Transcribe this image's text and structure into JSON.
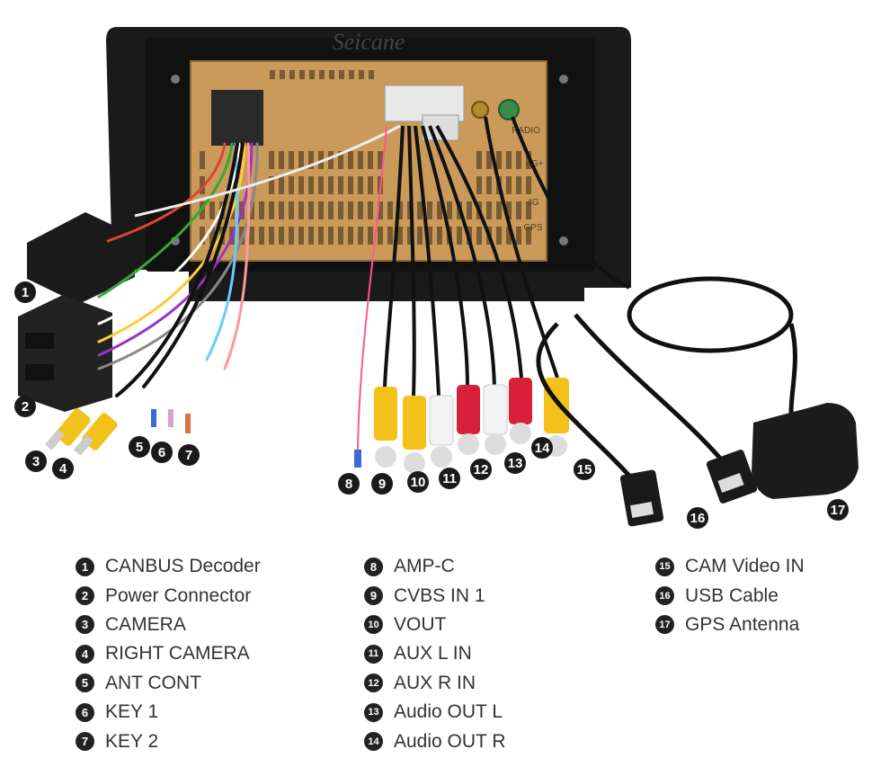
{
  "brand": "Seicane",
  "unit_labels": [
    "RADIO",
    "4G+",
    "4G",
    "GPS"
  ],
  "callouts": [
    "1",
    "2",
    "3",
    "4",
    "5",
    "6",
    "7",
    "8",
    "9",
    "10",
    "11",
    "12",
    "13",
    "14",
    "15",
    "16",
    "17"
  ],
  "legend": [
    [
      {
        "num": "1",
        "label": "CANBUS Decoder"
      },
      {
        "num": "2",
        "label": "Power Connector"
      },
      {
        "num": "3",
        "label": "CAMERA"
      },
      {
        "num": "4",
        "label": "RIGHT CAMERA"
      },
      {
        "num": "5",
        "label": "ANT CONT"
      },
      {
        "num": "6",
        "label": "KEY 1"
      },
      {
        "num": "7",
        "label": "KEY 2"
      }
    ],
    [
      {
        "num": "8",
        "label": "AMP-C"
      },
      {
        "num": "9",
        "label": "CVBS IN 1"
      },
      {
        "num": "10",
        "label": "VOUT"
      },
      {
        "num": "11",
        "label": "AUX L IN"
      },
      {
        "num": "12",
        "label": "AUX R IN"
      },
      {
        "num": "13",
        "label": "Audio OUT L"
      },
      {
        "num": "14",
        "label": "Audio OUT R"
      }
    ],
    [
      {
        "num": "15",
        "label": "CAM Video IN"
      },
      {
        "num": "16",
        "label": "USB Cable"
      },
      {
        "num": "17",
        "label": "GPS Antenna"
      }
    ]
  ]
}
